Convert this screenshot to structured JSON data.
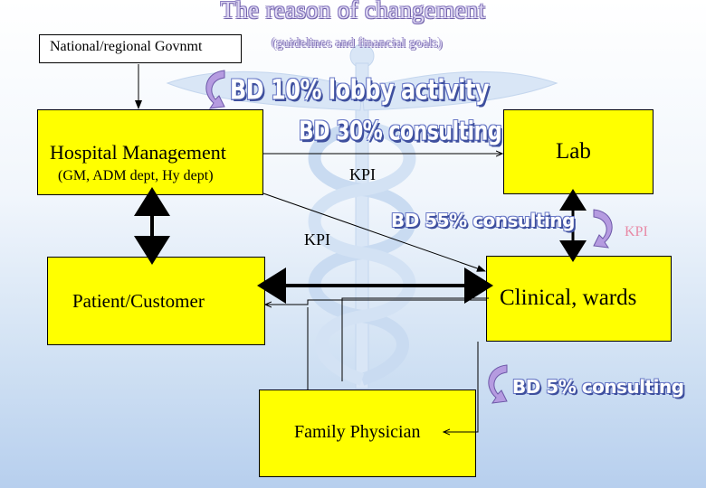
{
  "title": "The reason of changement",
  "nodes": {
    "government": "National/regional Govnmt",
    "guidelines": "(guidelines and financial goals)",
    "hospital_management": "Hospital Management",
    "hospital_departments": "(GM, ADM dept, Hy dept)",
    "lab": "Lab",
    "patient": "Patient/Customer",
    "clinical": "Clinical, wards",
    "family_physician": "Family Physician"
  },
  "kpi_labels": {
    "management_to_lab": "KPI",
    "management_to_clinical": "KPI",
    "lab_clinical": "KPI"
  },
  "bd_labels": {
    "lobby": "BD 10% lobby activity",
    "consulting_30": "BD 30% consulting",
    "consulting_55": "BD 55% consulting",
    "consulting_5": "BD 5% consulting"
  },
  "colors": {
    "box_fill": "#ffff00",
    "bd_text": "#ffffff",
    "bd_outline": "#3e4f9e",
    "caduceus": "#dbe7f6",
    "cycle_arrow": "#b59be0",
    "kpi_pink": "#e88aa6"
  }
}
